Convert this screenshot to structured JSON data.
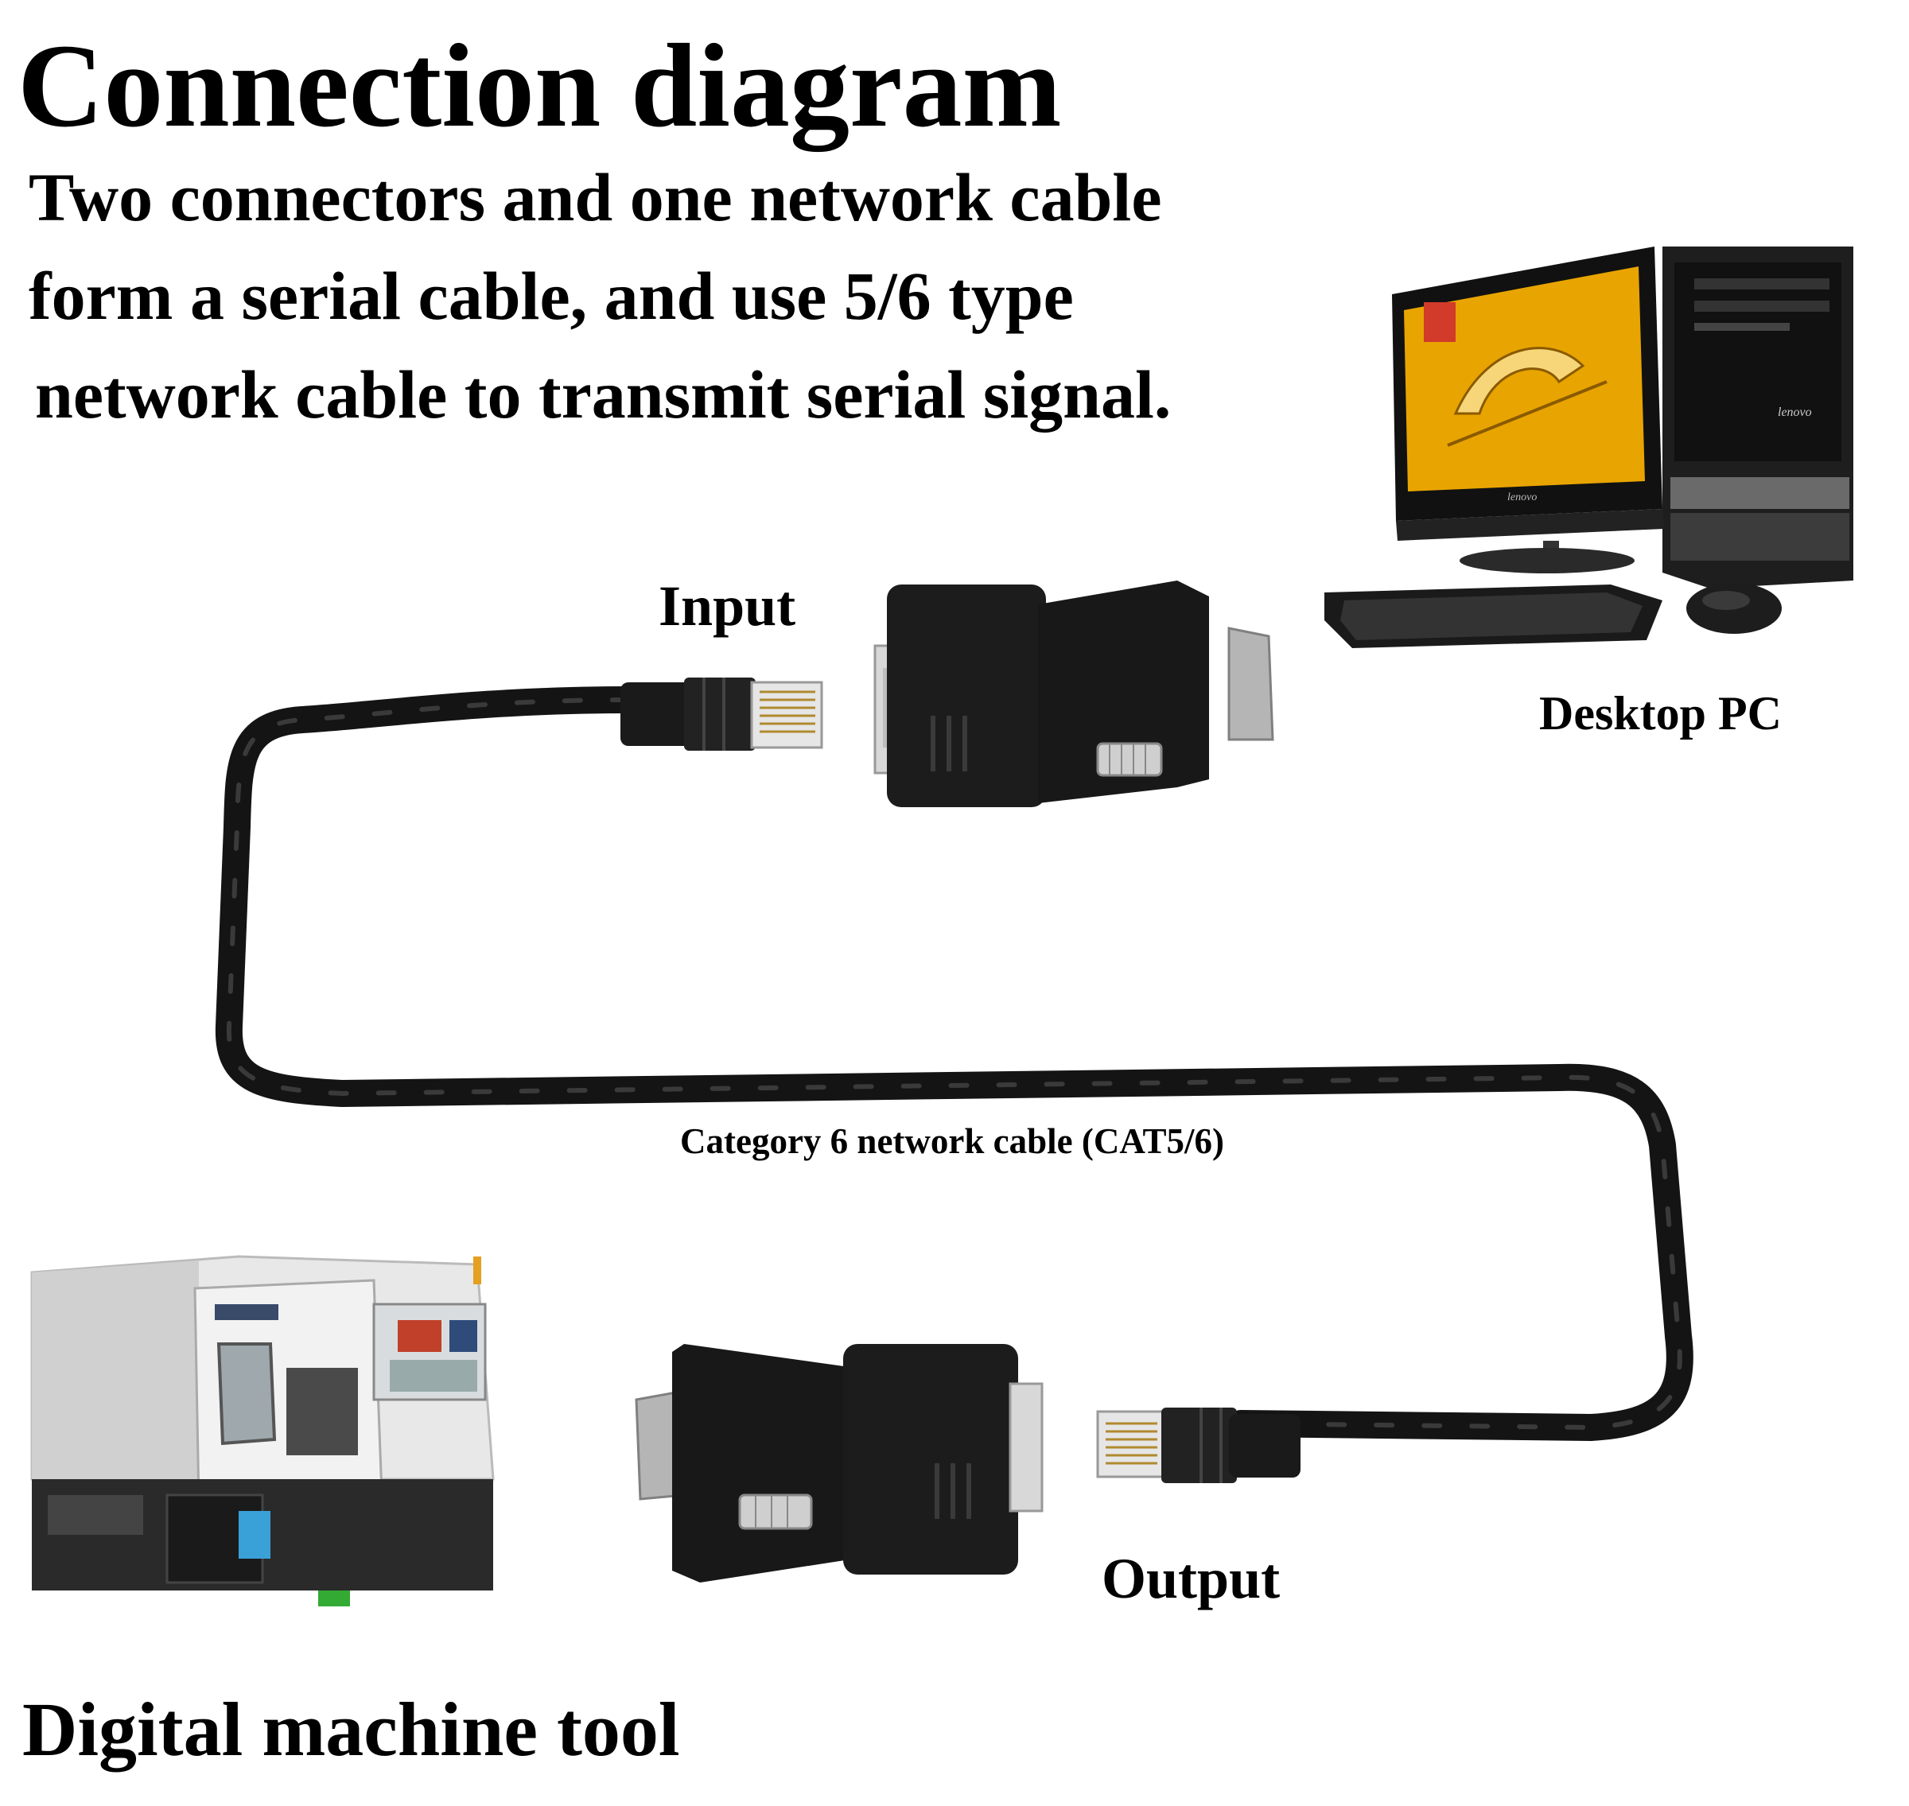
{
  "title": "Connection diagram",
  "subtitle_lines": [
    "Two connectors and one network cable",
    "form a serial cable, and use 5/6 type",
    "network cable to transmit serial signal."
  ],
  "labels": {
    "input": "Input",
    "output": "Output",
    "desktop_pc": "Desktop PC",
    "cable": "Category 6 network cable (CAT5/6)",
    "machine_tool": "Digital machine tool"
  },
  "brand_text": "lenovo",
  "colors": {
    "text": "#000000",
    "cable": "#141414",
    "connector": "#1c1c1c",
    "metal": "#c8c8c8",
    "screen": "#e8a400",
    "machine_white": "#eeeeee",
    "machine_dark": "#2a2a2a"
  }
}
